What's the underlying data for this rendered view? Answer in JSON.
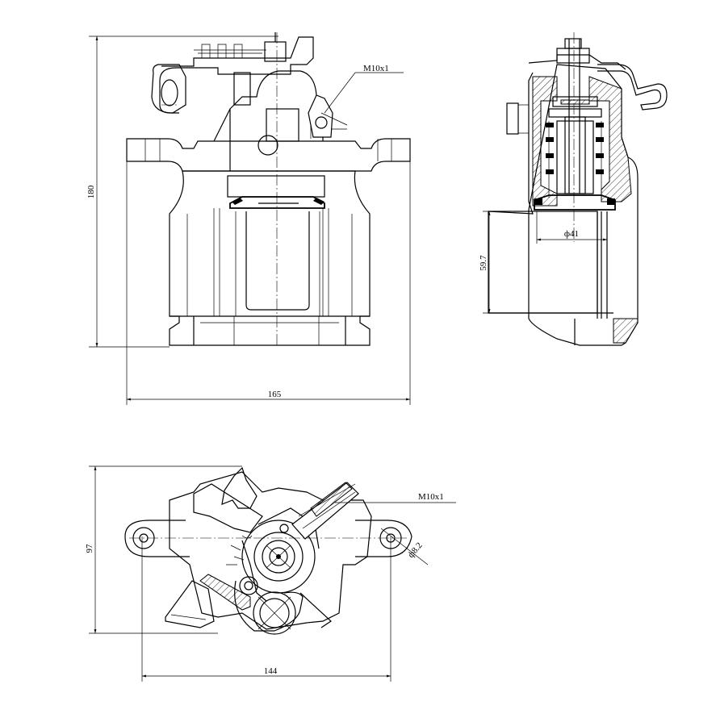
{
  "dimensions": {
    "front_height": "180",
    "front_width": "165",
    "thread_front": "M10x1",
    "side_piston_diameter": "ф41",
    "side_height": "59.7",
    "top_height": "97",
    "top_width": "144",
    "thread_top": "M10x1",
    "hole_diameter": "ф8.2"
  }
}
